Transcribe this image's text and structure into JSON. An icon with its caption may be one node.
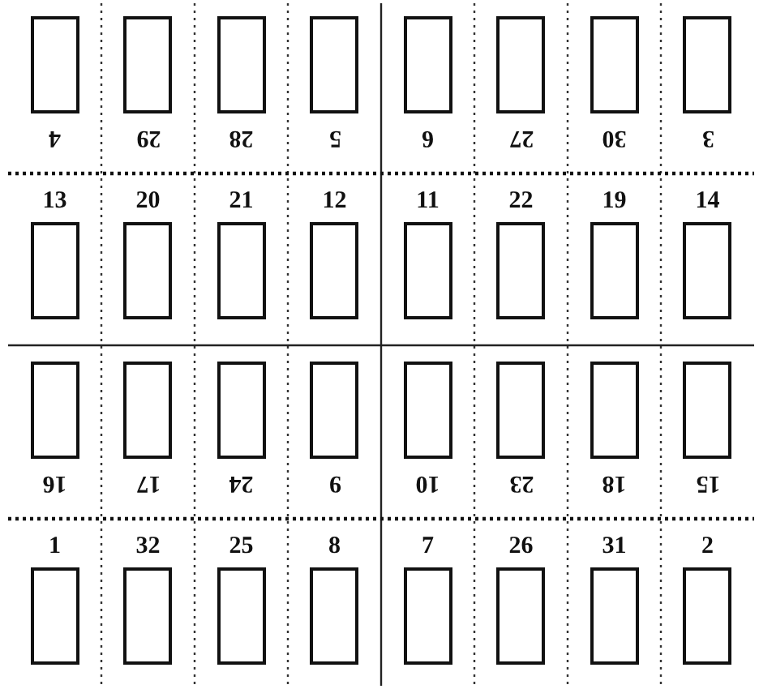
{
  "diagram": {
    "nodes": [
      {
        "text": [
          "4"
        ]
      },
      {
        "text": [
          "29"
        ]
      },
      {
        "text": [
          "28"
        ]
      },
      {
        "text": [
          "5"
        ]
      },
      {
        "text": [
          "6"
        ]
      },
      {
        "text": [
          "27"
        ]
      },
      {
        "text": [
          "30"
        ]
      },
      {
        "text": [
          "3"
        ]
      },
      {
        "text": [
          "13"
        ]
      },
      {
        "text": [
          "20"
        ]
      },
      {
        "text": [
          "21"
        ]
      },
      {
        "text": [
          "12"
        ]
      },
      {
        "text": [
          "11"
        ]
      },
      {
        "text": [
          "22"
        ]
      },
      {
        "text": [
          "19"
        ]
      },
      {
        "text": [
          "14"
        ]
      },
      {
        "text": [
          "16"
        ]
      },
      {
        "text": [
          "17"
        ]
      },
      {
        "text": [
          "24"
        ]
      },
      {
        "text": [
          "9"
        ]
      },
      {
        "text": [
          "10"
        ]
      },
      {
        "text": [
          "23"
        ]
      },
      {
        "text": [
          "18"
        ]
      },
      {
        "text": [
          "15"
        ]
      },
      {
        "text": [
          "1"
        ]
      },
      {
        "text": [
          "32"
        ]
      },
      {
        "text": [
          "25"
        ]
      },
      {
        "text": [
          "8"
        ]
      },
      {
        "text": [
          "7"
        ]
      },
      {
        "text": [
          "26"
        ]
      },
      {
        "text": [
          "31"
        ]
      },
      {
        "text": [
          "2"
        ]
      }
    ]
  }
}
